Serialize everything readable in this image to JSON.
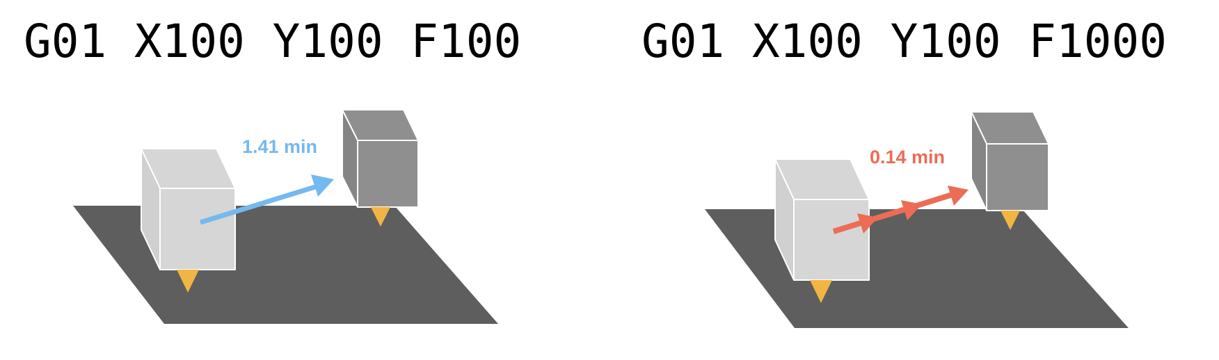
{
  "panels": [
    {
      "command": "G01 X100 Y100 F100",
      "time_label": "1.41 min",
      "arrow_color": "#74b9ef",
      "arrow_heads": 1
    },
    {
      "command": "G01 X100 Y100 F1000",
      "time_label": "0.14 min",
      "arrow_color": "#ec6c56",
      "arrow_heads": 3
    }
  ],
  "colors": {
    "bed": "#5e5e5e",
    "head_start_front": "#d6d6d6",
    "head_start_top": "#d6d6d6",
    "head_start_side": "#d0d0d0",
    "head_end_front": "#8f8f8f",
    "head_end_top": "#8f8f8f",
    "head_end_side": "#858585",
    "nozzle": "#f0b542",
    "edge": "#ffffff"
  }
}
